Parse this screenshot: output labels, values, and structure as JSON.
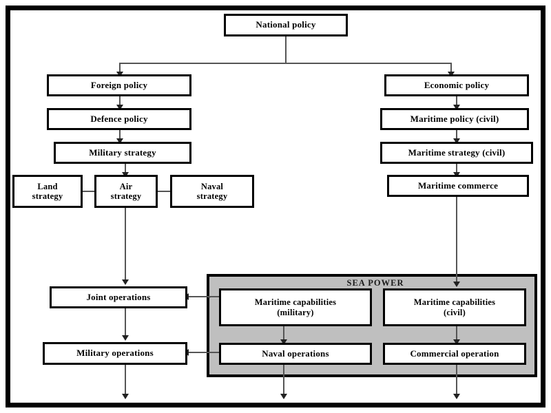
{
  "diagram": {
    "title_label": "SEA POWER",
    "region_color": "#bfbfbf",
    "line_color": "#555555",
    "border_color": "#000000",
    "background_color": "#ffffff"
  },
  "nodes": {
    "national_policy": "National policy",
    "foreign_policy": "Foreign policy",
    "defence_policy": "Defence policy",
    "military_strategy": "Military strategy",
    "land_strategy": "Land\nstrategy",
    "air_strategy": "Air\nstrategy",
    "naval_strategy": "Naval\nstrategy",
    "economic_policy": "Economic policy",
    "maritime_policy_civil": "Maritime policy (civil)",
    "maritime_strategy_civil": "Maritime strategy (civil)",
    "maritime_commerce": "Maritime commerce",
    "joint_operations": "Joint operations",
    "military_operations": "Military operations",
    "maritime_capabilities_military": "Maritime capabilities\n(military)",
    "maritime_capabilities_civil": "Maritime capabilities\n(civil)",
    "naval_operations": "Naval operations",
    "commercial_operation": "Commercial operation"
  }
}
